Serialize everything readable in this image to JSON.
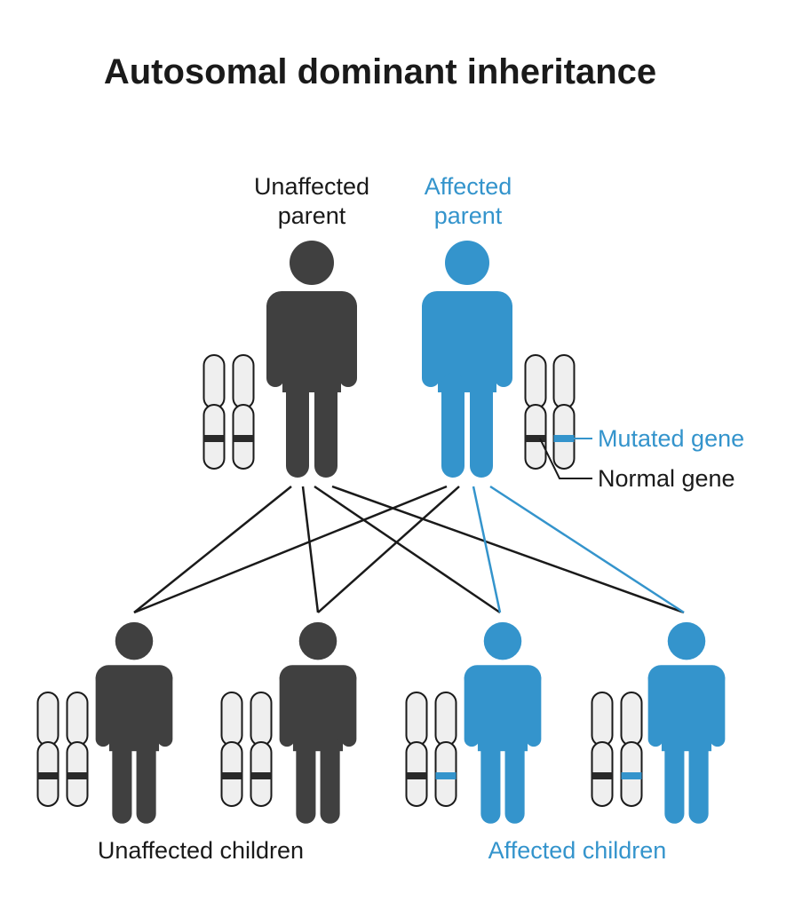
{
  "title": "Autosomal dominant inheritance",
  "parents": {
    "unaffected": {
      "line1": "Unaffected",
      "line2": "parent"
    },
    "affected": {
      "line1": "Affected",
      "line2": "parent"
    }
  },
  "legend": {
    "mutated": "Mutated gene",
    "normal": "Normal gene"
  },
  "children": {
    "unaffected_label": "Unaffected children",
    "affected_label": "Affected children"
  },
  "colors": {
    "unaffected": "#404040",
    "affected": "#3494cc",
    "line_dark": "#1a1a1a",
    "normal_band": "#2a2a2a",
    "mutated_band": "#3494cc",
    "chromosome_fill": "#efefef"
  }
}
